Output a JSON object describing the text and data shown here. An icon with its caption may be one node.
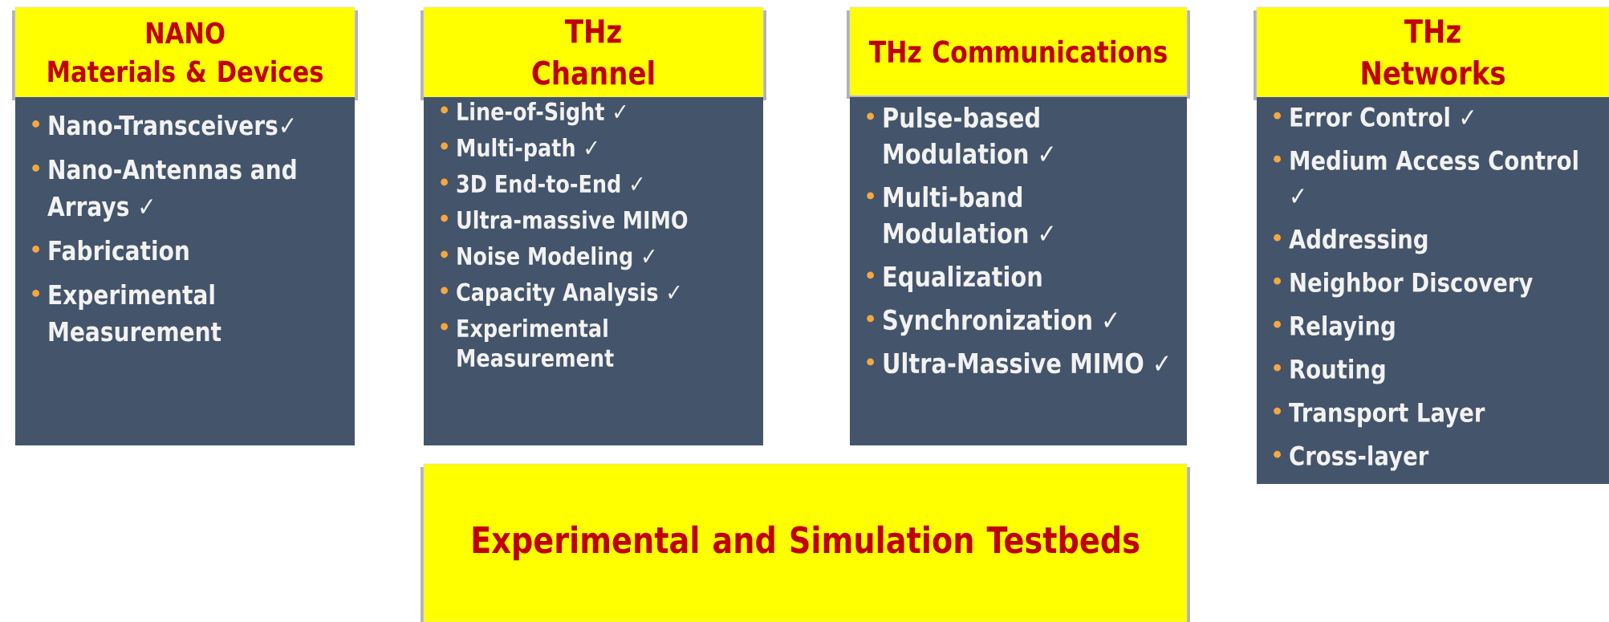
{
  "diagram": {
    "nodes": [
      {
        "text": [
          "NANO",
          "Materials & Devices"
        ]
      },
      {
        "text": [
          "Nano-Transceivers✓",
          "Nano-Antennas and Arrays ✓",
          "Fabrication",
          "Experimental Measurement"
        ]
      },
      {
        "text": [
          "THz",
          "Channel"
        ]
      },
      {
        "text": [
          "Line-of-Sight ✓",
          "Multi-path ✓",
          "3D End-to-End ✓",
          "Ultra-massive MIMO",
          "Noise Modeling ✓",
          "Capacity Analysis ✓",
          "Experimental Measurement"
        ]
      },
      {
        "text": [
          "THz Communications"
        ]
      },
      {
        "text": [
          "Pulse-based Modulation ✓",
          "Multi-band Modulation ✓",
          "Equalization",
          "Synchronization ✓",
          "Ultra-Massive MIMO ✓"
        ]
      },
      {
        "text": [
          "THz",
          "Networks"
        ]
      },
      {
        "text": [
          "Error Control ✓",
          "Medium Access Control ✓",
          "Addressing",
          "Neighbor Discovery",
          "Relaying",
          "Routing",
          "Transport Layer",
          "Cross-layer"
        ]
      },
      {
        "text": [
          "Experimental and Simulation Testbeds"
        ]
      }
    ]
  }
}
